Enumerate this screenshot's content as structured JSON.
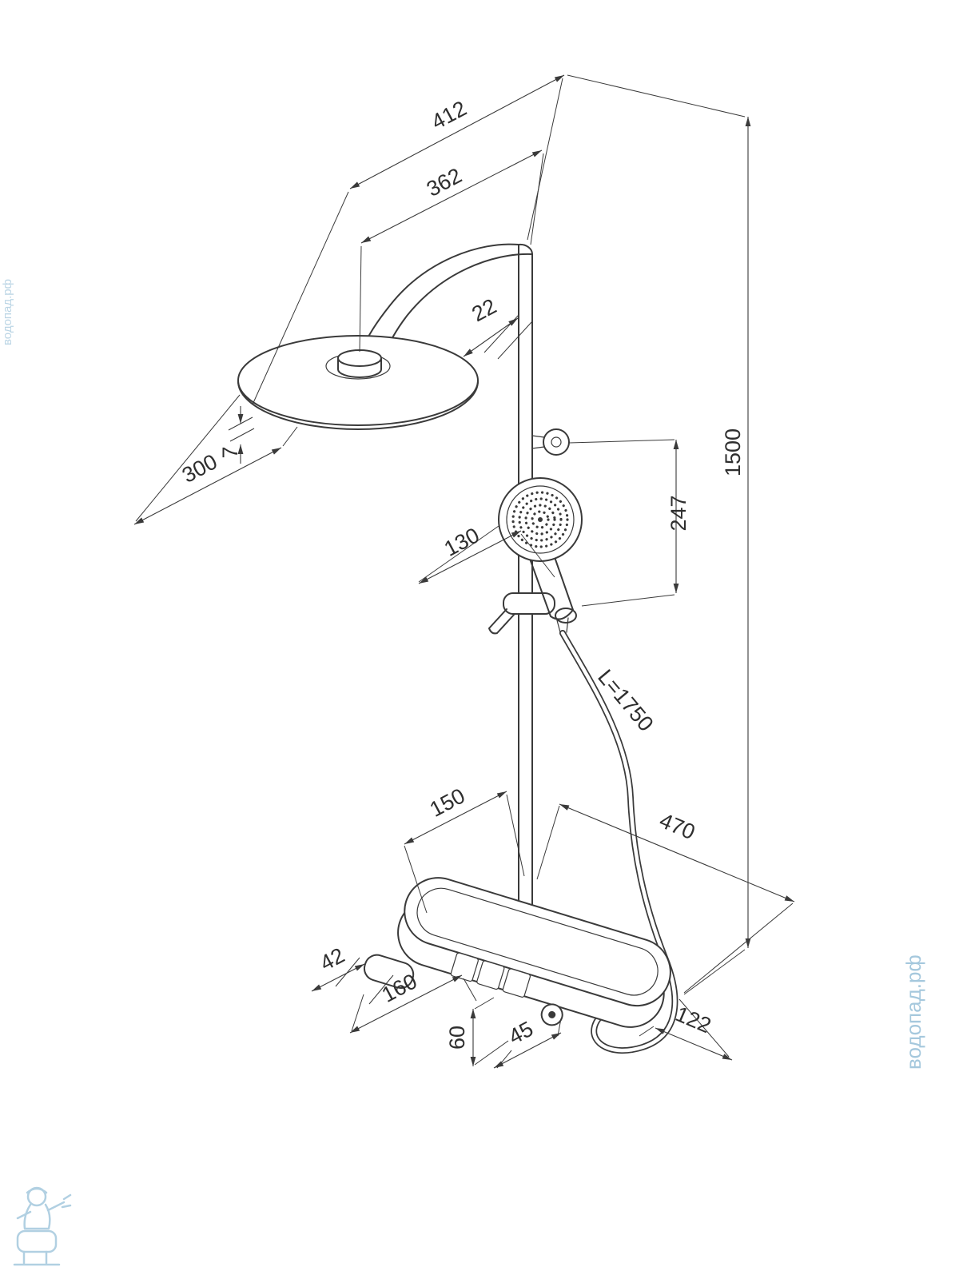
{
  "drawing": {
    "line_color": "#3a3a3a",
    "background": "#ffffff",
    "watermark_color": "#a5c8dd"
  },
  "dimensions": {
    "top_reach": "412",
    "arm_reach": "362",
    "pipe": "22",
    "total_height": "1500",
    "head_diameter": "300",
    "head_thickness": "7",
    "hand_section_height": "247",
    "hand_width": "130",
    "hose_length": "L=1750",
    "shelf_left": "150",
    "shelf_total": "470",
    "spout_offset": "42",
    "mixer_width": "160",
    "knob_drop": "60",
    "knob_offset": "45",
    "shelf_depth": "122"
  },
  "watermark": {
    "site": "водопад.рф"
  }
}
